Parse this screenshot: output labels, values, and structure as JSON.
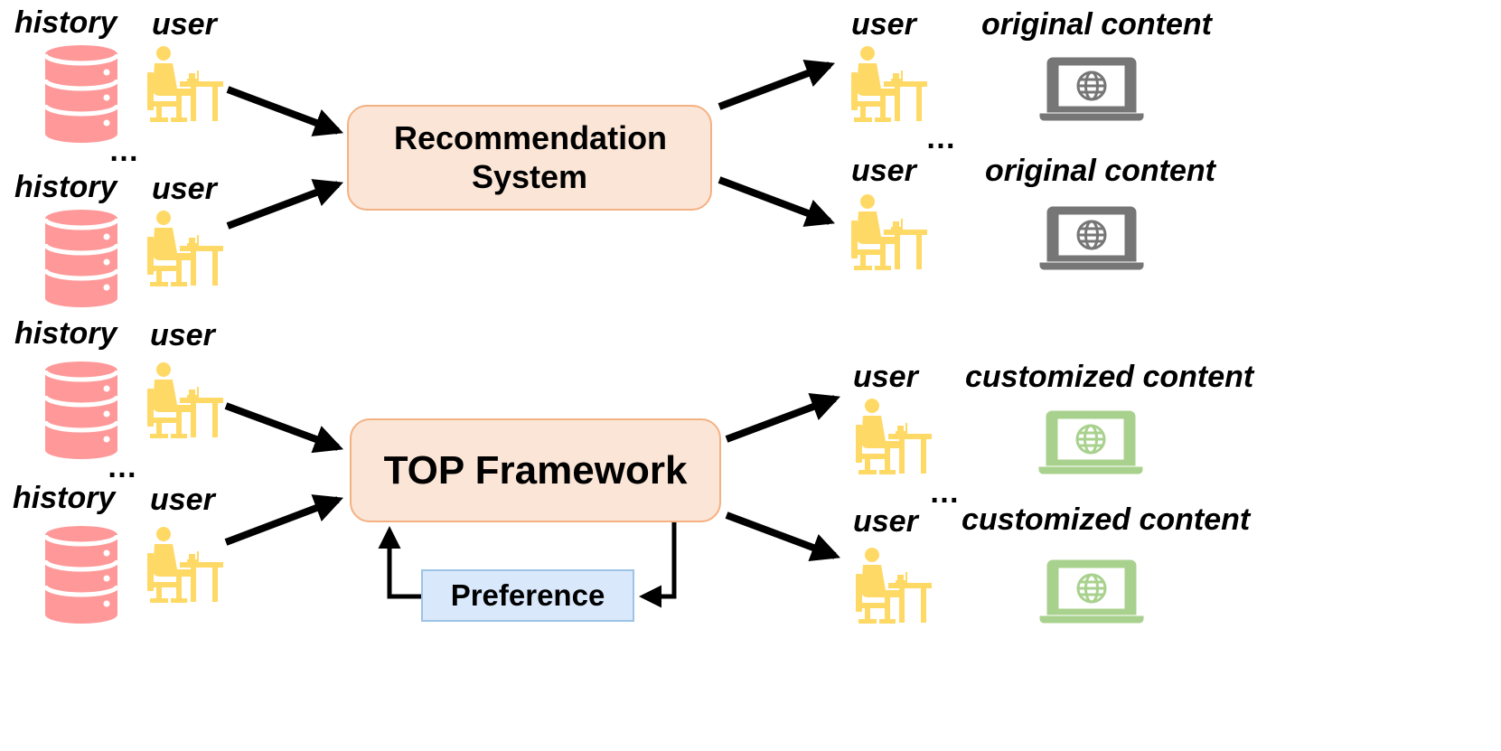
{
  "colors": {
    "database": "#ff9999",
    "user_icon": "#ffd966",
    "laptop_original": "#767676",
    "laptop_customized": "#a9d18e",
    "box_fill": "#fbe5d6",
    "box_border": "#f4b183",
    "preference_fill": "#dae8fc",
    "preference_border": "#9dc3e6",
    "arrow": "#000000"
  },
  "icons": {
    "history": "database-icon",
    "user": "user-at-desk-icon",
    "content": "laptop-globe-icon"
  },
  "labels": {
    "history": "history",
    "user": "user",
    "original_content": "original content",
    "customized_content": "customized content",
    "ellipsis": "…"
  },
  "boxes": {
    "recommendation_system": "Recommendation System",
    "top_framework": "TOP Framework",
    "preference": "Preference"
  }
}
